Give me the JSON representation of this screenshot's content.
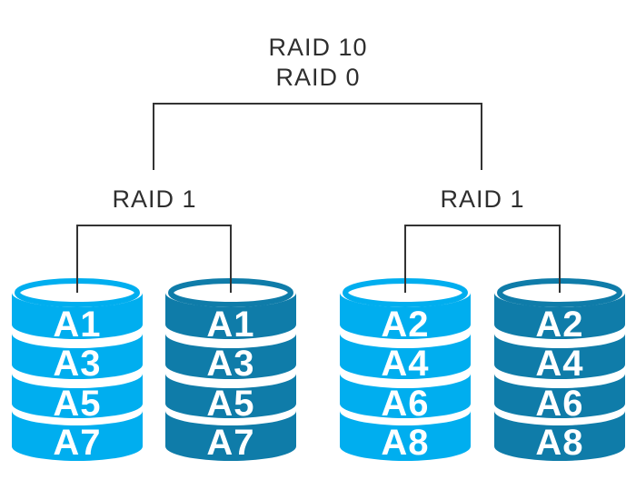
{
  "diagram": {
    "title_top": "RAID 10",
    "title_sub": "RAID 0"
  },
  "groups": [
    {
      "label": "RAID 1",
      "disks": [
        {
          "tone": "light",
          "blocks": [
            "A1",
            "A3",
            "A5",
            "A7"
          ]
        },
        {
          "tone": "dark",
          "blocks": [
            "A1",
            "A3",
            "A5",
            "A7"
          ]
        }
      ]
    },
    {
      "label": "RAID 1",
      "disks": [
        {
          "tone": "light",
          "blocks": [
            "A2",
            "A4",
            "A6",
            "A8"
          ]
        },
        {
          "tone": "dark",
          "blocks": [
            "A2",
            "A4",
            "A6",
            "A8"
          ]
        }
      ]
    }
  ],
  "colors": {
    "disk_light": "#00AEEF",
    "disk_dark": "#0F7CA9",
    "connector_line": "#333333",
    "heading_text": "#2E2E2E",
    "disk_block_text": "#FFFFFF"
  }
}
